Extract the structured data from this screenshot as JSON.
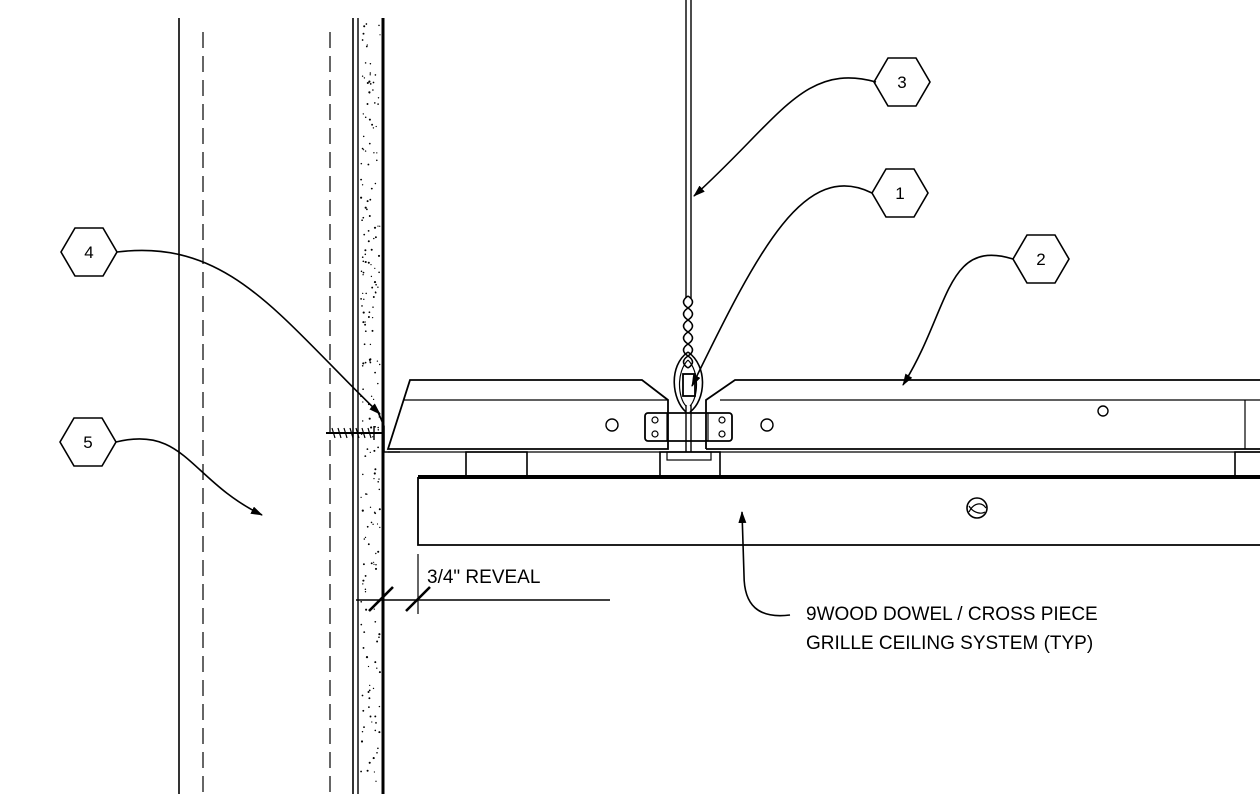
{
  "callouts": [
    {
      "id": "callout-1",
      "number": "1"
    },
    {
      "id": "callout-2",
      "number": "2"
    },
    {
      "id": "callout-3",
      "number": "3"
    },
    {
      "id": "callout-4",
      "number": "4"
    },
    {
      "id": "callout-5",
      "number": "5"
    }
  ],
  "annotations": {
    "reveal_label": "3/4\" REVEAL",
    "system_note_line1": "9WOOD DOWEL / CROSS PIECE",
    "system_note_line2": "GRILLE CEILING SYSTEM (TYP)"
  }
}
